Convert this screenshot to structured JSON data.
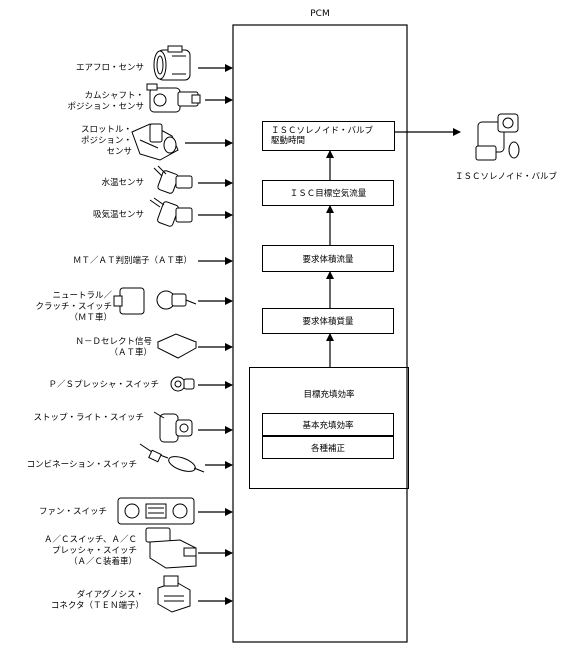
{
  "pcm": {
    "title": "PCM"
  },
  "inputs": [
    {
      "label": "エアフロ・センサ",
      "icon": "air-flow-sensor-icon"
    },
    {
      "label": "カムシャフト・\nポジション・センサ",
      "icon": "camshaft-position-sensor-icon"
    },
    {
      "label": "スロットル・\nポジション・\nセンサ",
      "icon": "throttle-position-sensor-icon"
    },
    {
      "label": "水温センサ",
      "icon": "water-temp-sensor-icon"
    },
    {
      "label": "吸気温センサ",
      "icon": "intake-temp-sensor-icon"
    },
    {
      "label": "ＭＴ／ＡＴ判別端子（ＡＴ車）",
      "icon": ""
    },
    {
      "label": "ニュートラル／\nクラッチ・スイッチ\n（ＭＴ車）",
      "icon": "neutral-clutch-switch-icon"
    },
    {
      "label": "Ｎ－Ｄセレクト信号\n（ＡＴ車）",
      "icon": "nd-select-signal-icon"
    },
    {
      "label": "Ｐ／Ｓプレッシャ・スイッチ",
      "icon": "ps-pressure-switch-icon"
    },
    {
      "label": "ストップ・ライト・スイッチ",
      "icon": "stop-light-switch-icon"
    },
    {
      "label": "コンビネーション・スイッチ",
      "icon": "combination-switch-icon"
    },
    {
      "label": "ファン・スイッチ",
      "icon": "fan-switch-icon"
    },
    {
      "label": "Ａ／Ｃスイッチ、Ａ／Ｃ\nプレッシャ・スイッチ\n（Ａ／Ｃ装着車）",
      "icon": "ac-switch-icon"
    },
    {
      "label": "ダイアグノシス・\nコネクタ（ＴＥＮ端子）",
      "icon": "diagnosis-connector-icon"
    }
  ],
  "process": {
    "target_fill_efficiency": "目標充填効率",
    "basic_fill_efficiency": "基本充填効率",
    "corrections": "各種補正",
    "required_volume_mass": "要求体積質量",
    "required_volume_flow": "要求体積流量",
    "isc_target_air_flow": "ＩＳＣ目標空気流量",
    "isc_drive_time": "ＩＳＣソレノイド・バルブ\n駆動時間"
  },
  "output": {
    "label": "ＩＳＣソレノイド・バルブ",
    "icon": "isc-solenoid-valve-icon"
  }
}
